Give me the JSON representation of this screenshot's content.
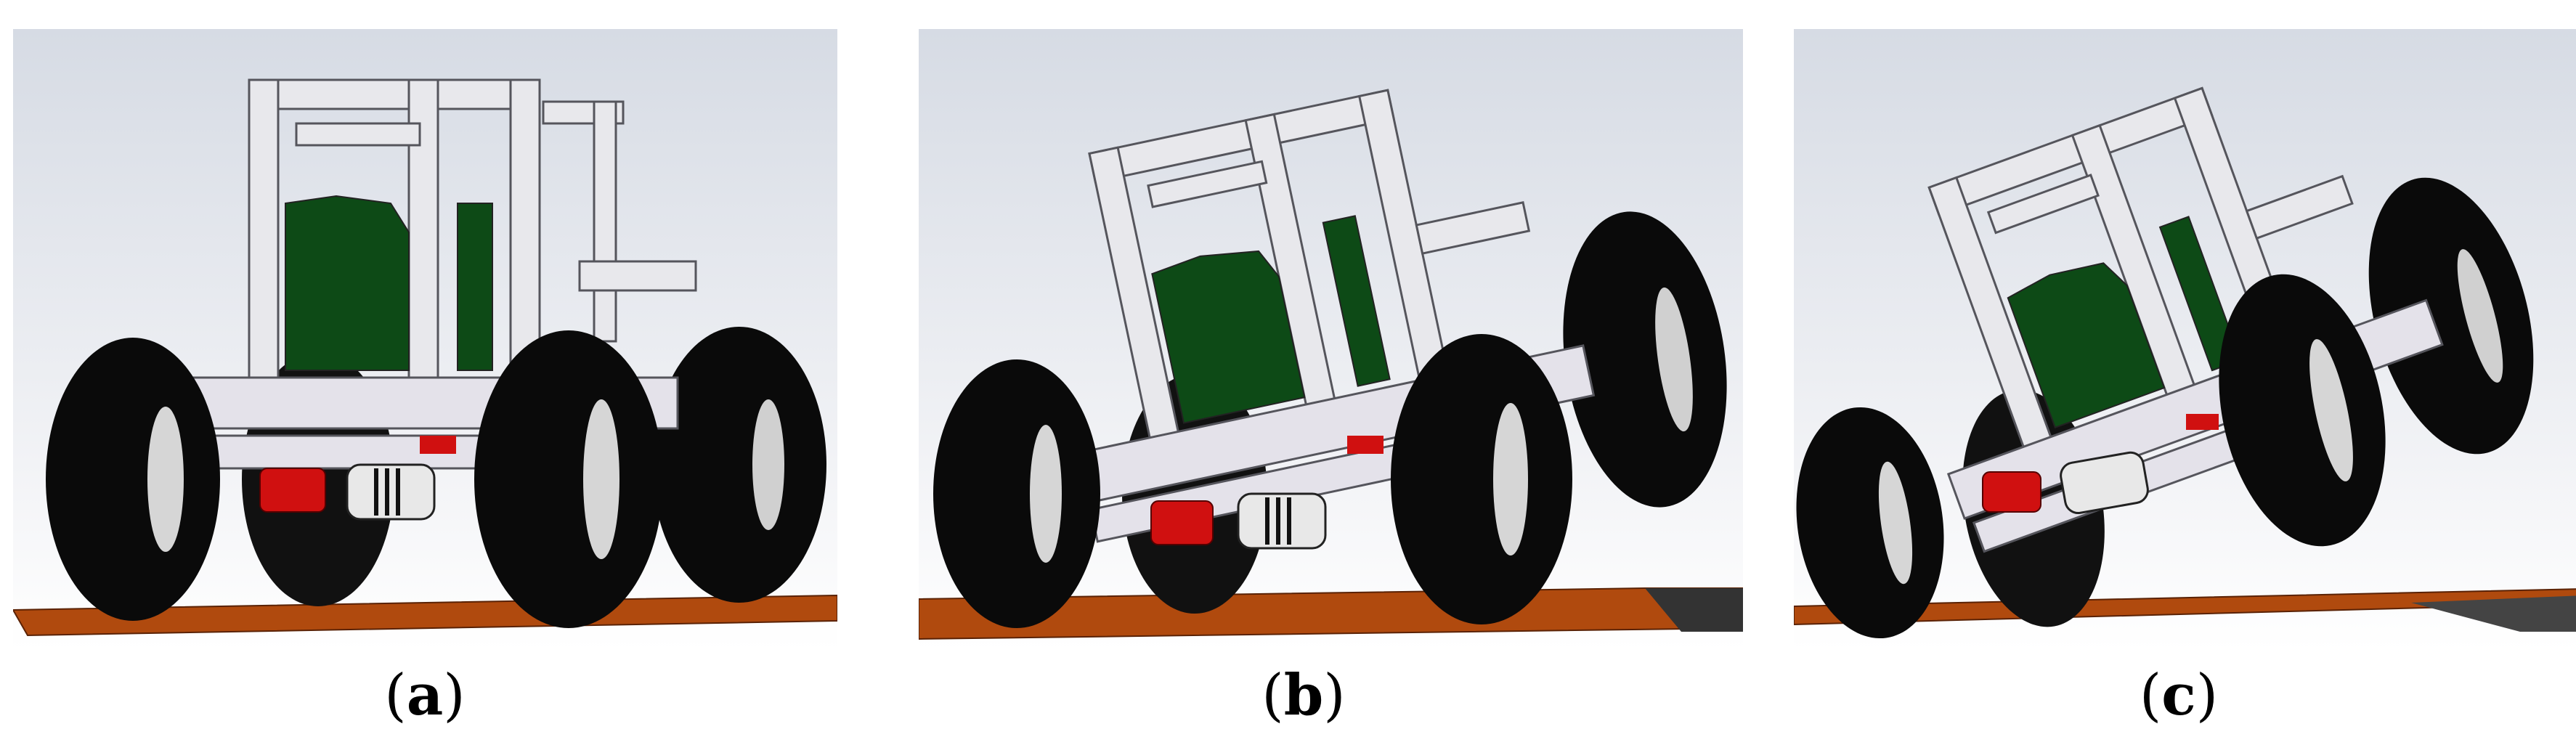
{
  "panels": [
    {
      "id": "a",
      "caption_open": "(",
      "caption_letter": "a",
      "caption_close": ")",
      "state": "level"
    },
    {
      "id": "b",
      "caption_open": "(",
      "caption_letter": "b",
      "caption_close": ")",
      "state": "right-wheels-lifted"
    },
    {
      "id": "c",
      "caption_open": "(",
      "caption_letter": "c",
      "caption_close": ")",
      "state": "tilted-climbing"
    }
  ],
  "colors": {
    "tire": "#0a0a0a",
    "frame": "#e8e8ec",
    "frame_edge": "#5a5a60",
    "panel_green": "#0d4a16",
    "motor_red": "#d01010",
    "ground": "#b04a0e",
    "sky_top": "#d9dde6",
    "sky_bottom": "#ffffff"
  }
}
